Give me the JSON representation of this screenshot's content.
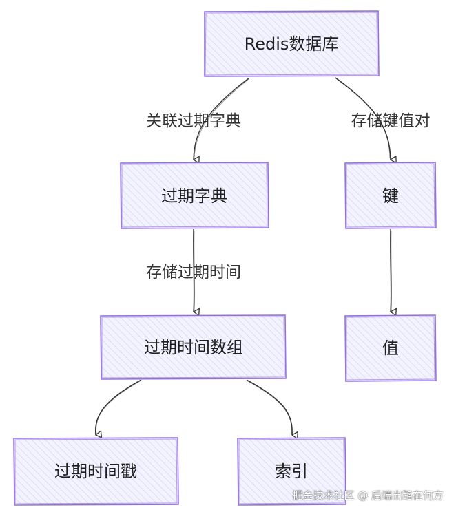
{
  "colors": {
    "node_fill": "#ececff",
    "node_stroke": "#9370db",
    "edge": "#333333"
  },
  "nodes": {
    "redis": "Redis数据库",
    "expire_dict": "过期字典",
    "key": "键",
    "expire_array": "过期时间数组",
    "value": "值",
    "timestamp": "过期时间戳",
    "index": "索引"
  },
  "edges": {
    "redis_to_expire_dict": "关联过期字典",
    "redis_to_key": "存储键值对",
    "expire_dict_to_array": "存储过期时间",
    "key_to_value": "",
    "array_to_timestamp": "",
    "array_to_index": ""
  },
  "watermark": "掘金技术社区 @ 后端出路在何方"
}
